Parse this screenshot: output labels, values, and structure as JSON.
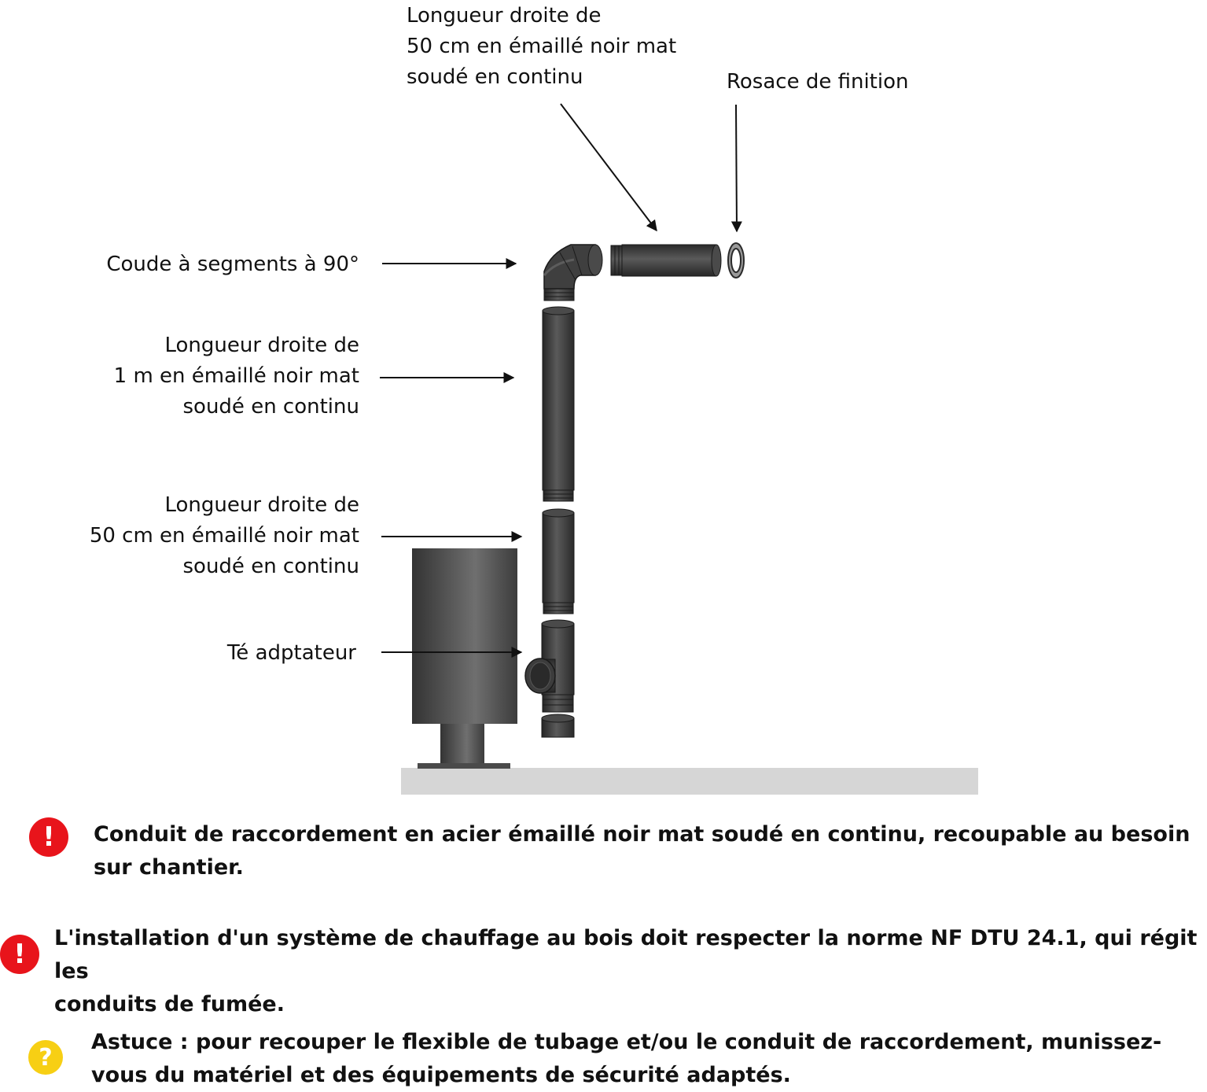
{
  "labels": {
    "top_pipe": [
      "Longueur droite de",
      "50 cm en émaillé noir mat",
      "soudé en continu"
    ],
    "rosace": "Rosace de finition",
    "elbow": "Coude à segments à 90°",
    "pipe_1m": [
      "Longueur droite de",
      "1 m en émaillé noir mat",
      "soudé en continu"
    ],
    "pipe_50": [
      "Longueur droite de",
      "50 cm en émaillé noir mat",
      "soudé en continu"
    ],
    "tee": "Té adptateur"
  },
  "notes": [
    {
      "icon": "warning-icon",
      "symbol": "!",
      "lines": [
        "Conduit de raccordement en acier émaillé noir mat soudé en continu, recoupable au besoin",
        "sur chantier."
      ]
    },
    {
      "icon": "warning-icon",
      "symbol": "!",
      "lines": [
        "L'installation d'un système de chauffage au bois doit respecter la norme NF DTU 24.1, qui régit les",
        "conduits de fumée."
      ]
    },
    {
      "icon": "question-icon",
      "symbol": "?",
      "lines": [
        "Astuce : pour recouper le flexible de tubage et/ou le conduit de raccordement, munissez-",
        "vous du matériel et des équipements de sécurité adaptés."
      ]
    }
  ],
  "colors": {
    "pipe": "#3a3a3a",
    "floor": "#d6d6d6",
    "warning": "#e8141b",
    "tip": "#f7cf14"
  }
}
